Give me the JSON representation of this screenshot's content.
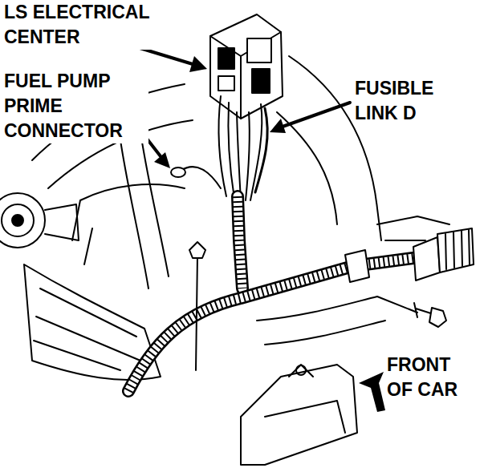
{
  "diagram": {
    "labels": [
      "LS ELECTRICAL CENTER",
      "FUEL PUMP PRIME CONNECTOR",
      "FUSIBLE LINK D",
      "FRONT OF CAR"
    ]
  }
}
